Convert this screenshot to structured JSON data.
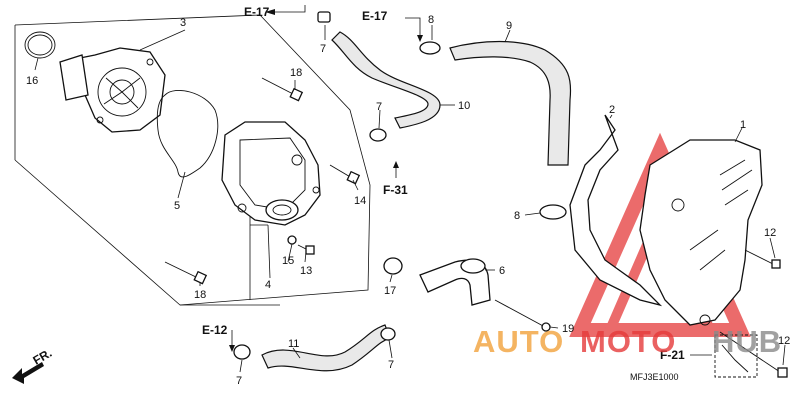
{
  "callouts": {
    "c1": "1",
    "c2": "2",
    "c3": "3",
    "c4": "4",
    "c5": "5",
    "c6": "6",
    "c7a": "7",
    "c7b": "7",
    "c7c": "7",
    "c7d": "7",
    "c8a": "8",
    "c8b": "8",
    "c9": "9",
    "c10": "10",
    "c11": "11",
    "c12a": "12",
    "c12b": "12",
    "c13": "13",
    "c14": "14",
    "c15": "15",
    "c16": "16",
    "c17": "17",
    "c18a": "18",
    "c18b": "18",
    "c19": "19"
  },
  "refs": {
    "e17a": "E-17",
    "e17b": "E-17",
    "e12": "E-12",
    "f31": "F-31",
    "f21": "F-21",
    "fr": "FR."
  },
  "diagram_code": "MFJ3E1000",
  "watermark": {
    "text_auto": "AUTO",
    "text_moto": "MOTO",
    "text_hub": "HUB",
    "color_orange": "#f2a23c",
    "color_red": "#e53a3a",
    "color_gray": "#8a8a8a"
  }
}
